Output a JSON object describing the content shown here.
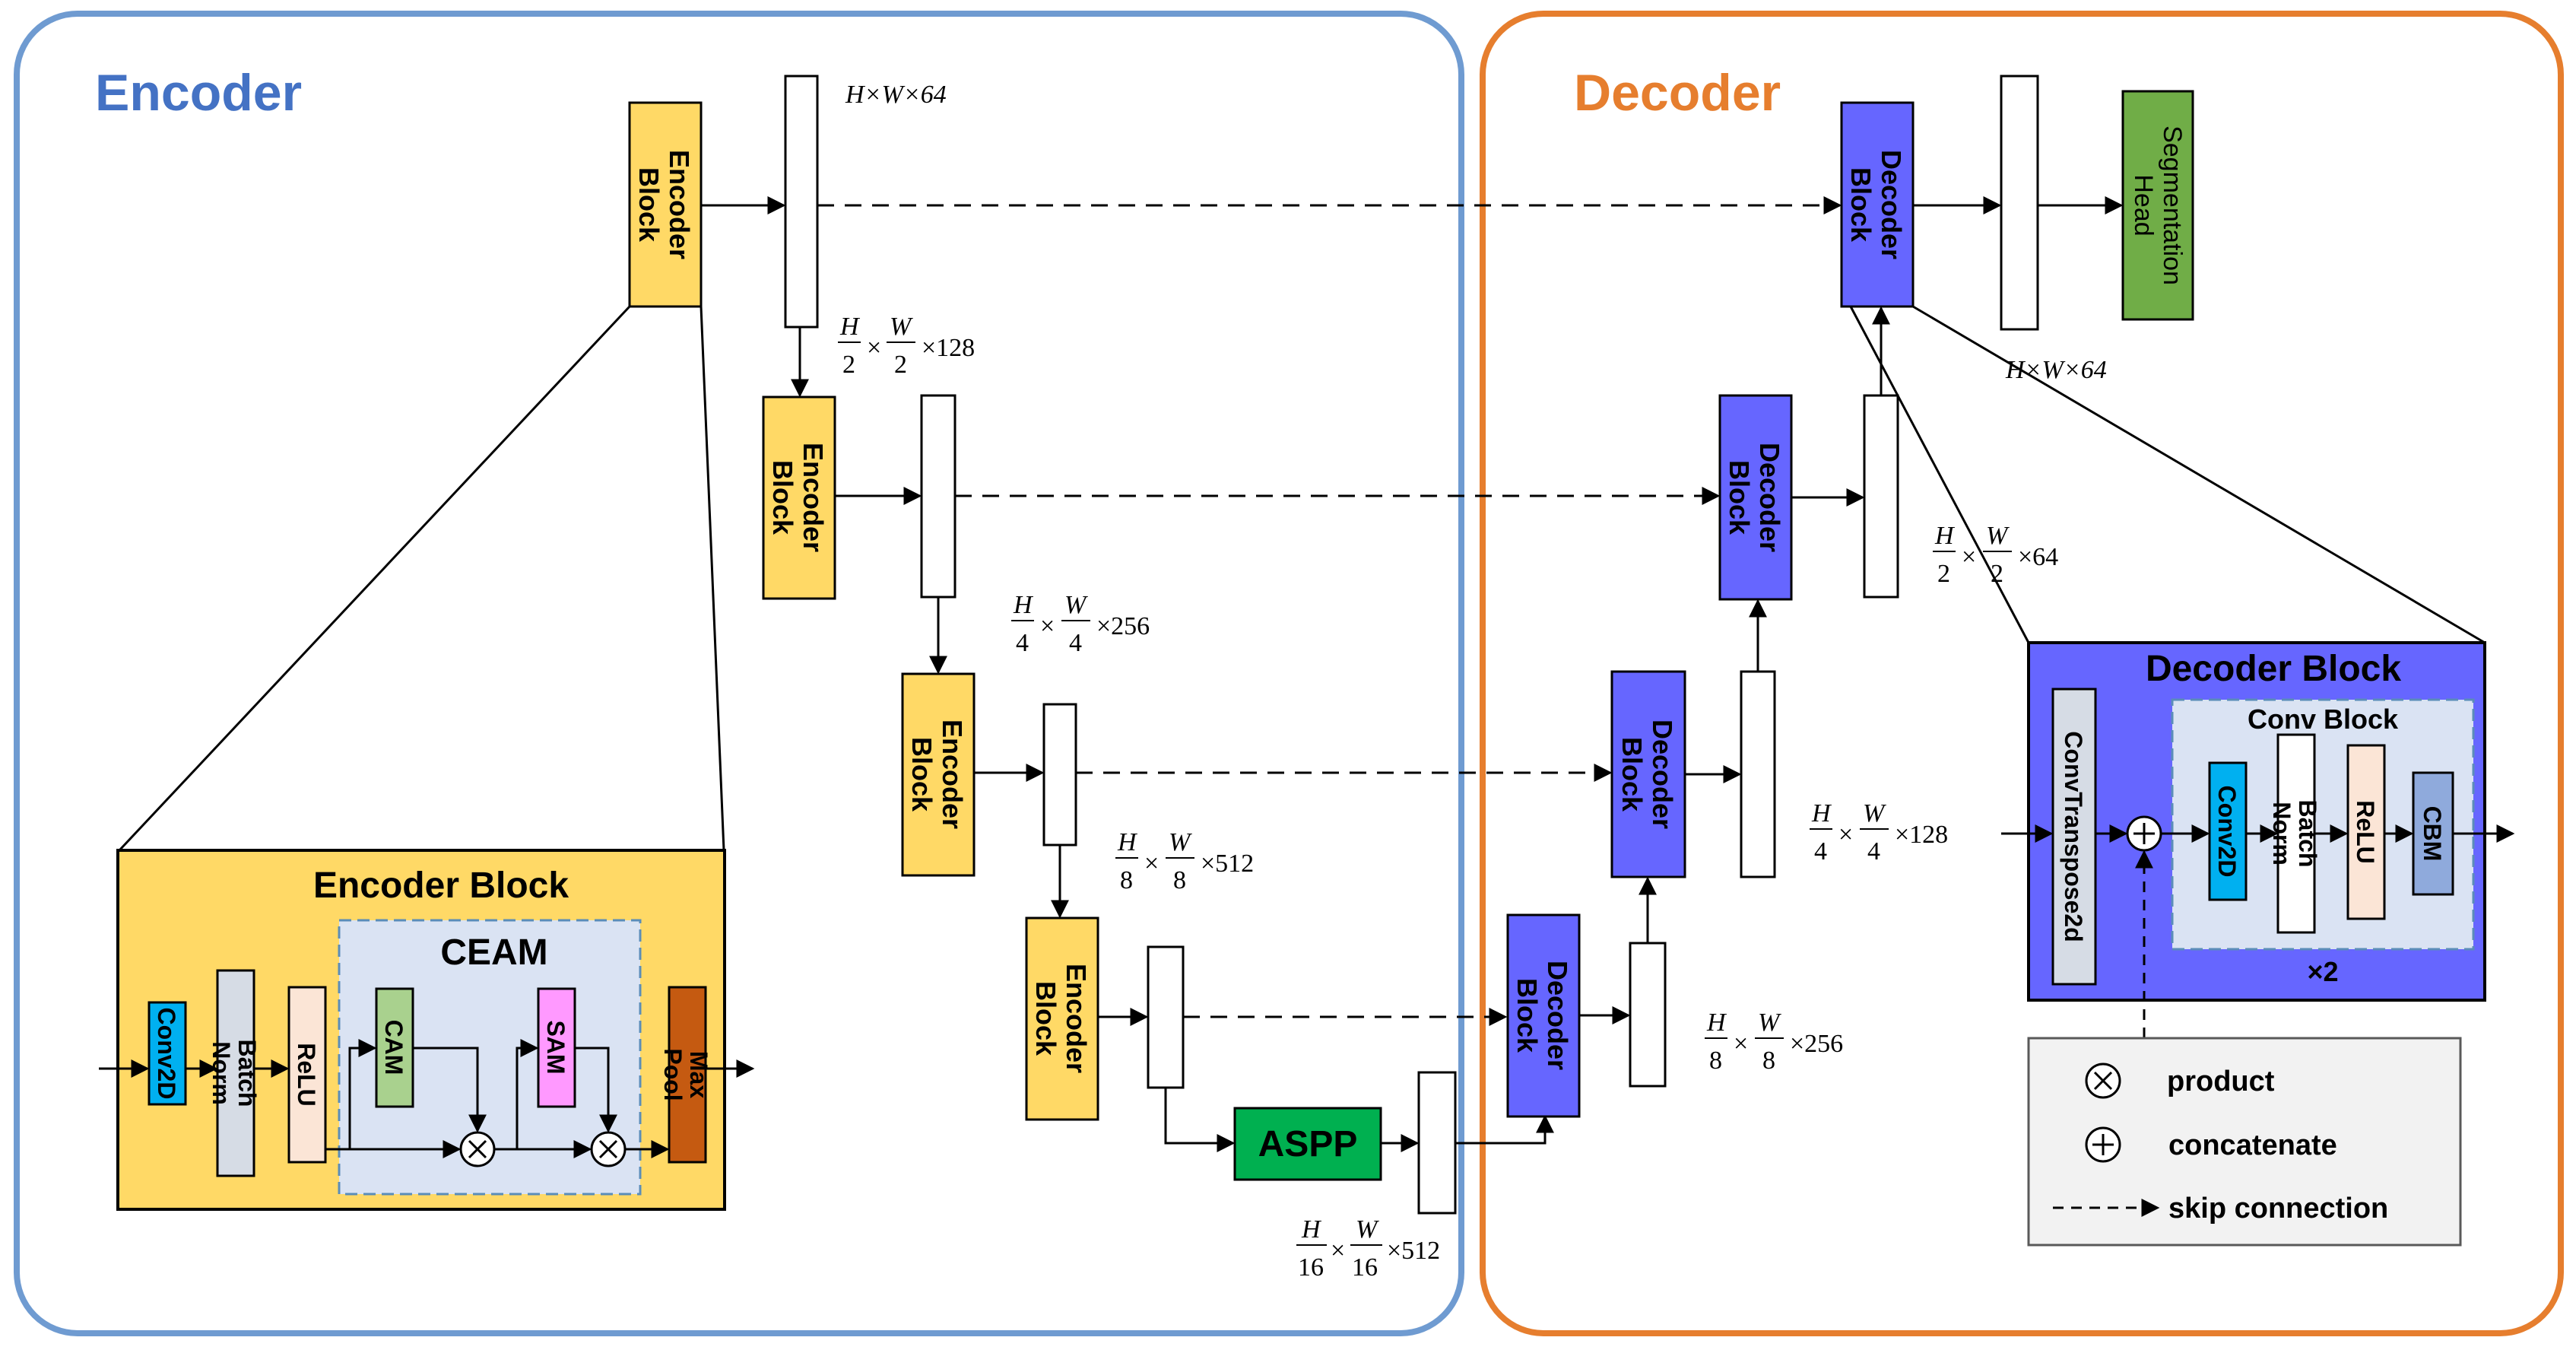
{
  "encoder_title": "Encoder",
  "decoder_title": "Decoder",
  "encoder_block_label": [
    "Encoder",
    "Block"
  ],
  "decoder_block_label": [
    "Decoder",
    "Block"
  ],
  "segmentation_head_label": [
    "Segmentation",
    "Head"
  ],
  "aspp_label": "ASPP",
  "dims": {
    "d1": "H×W×64",
    "d2": "×128",
    "d3": "×256",
    "d4": "×512",
    "d5": "×512",
    "u1": "×256",
    "u2": "×128",
    "u3": "×64",
    "u4": "H×W×64"
  },
  "fractions": {
    "half": "2",
    "quarter": "4",
    "eighth": "8",
    "sixteenth": "16",
    "H": "H",
    "W": "W"
  },
  "encoder_detail": {
    "title": "Encoder Block",
    "ceam_title": "CEAM",
    "conv2d": "Conv2D",
    "batch_norm": [
      "Batch",
      "Norm"
    ],
    "relu": "ReLU",
    "cam": "CAM",
    "sam": "SAM",
    "max_pool": [
      "Max",
      "Pool"
    ]
  },
  "decoder_detail": {
    "title": "Decoder Block",
    "conv_block_title": "Conv Block",
    "conv_transpose": "ConvTranspose2d",
    "conv2d": "Conv2D",
    "batch_norm": [
      "Batch",
      "Norm"
    ],
    "relu": "ReLU",
    "cbm": "CBM",
    "repeat": "×2"
  },
  "legend": {
    "product": "product",
    "concatenate": "concatenate",
    "skip": "skip connection"
  },
  "colors": {
    "encoder_panel": "#6f9bd1",
    "decoder_panel": "#e67e2e",
    "encoder_block": "#ffd966",
    "decoder_block": "#6666ff",
    "seg_head": "#70ad47",
    "aspp": "#00b050",
    "conv2d": "#00b0f0",
    "batch_norm": "#d6dce5",
    "relu": "#fbe5d6",
    "cam": "#a9d18e",
    "sam": "#ff99ff",
    "max_pool": "#c55a11",
    "ceam_bg": "#dae3f3",
    "decoder_detail_bg": "#6666ff",
    "cbm": "#8faadc"
  }
}
